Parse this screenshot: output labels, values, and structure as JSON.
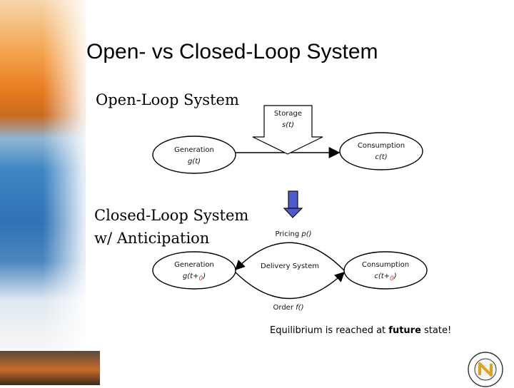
{
  "title": "Open- vs Closed-Loop System",
  "open_loop": {
    "heading": "Open-Loop System",
    "storage": {
      "label": "Storage",
      "var": "s(t)"
    },
    "generation": {
      "label": "Generation",
      "var": "g(t)"
    },
    "consumption": {
      "label": "Consumption",
      "var": "c(t)"
    }
  },
  "closed_loop": {
    "heading_line1": "Closed-Loop System",
    "heading_line2": "w/ Anticipation",
    "generation": {
      "label": "Generation",
      "var": "g(t+",
      "sub": "0",
      "close": ")"
    },
    "consumption": {
      "label": "Consumption",
      "var": "c(t+",
      "sub": "0",
      "close": ")"
    },
    "delivery": "Delivery System",
    "pricing": {
      "label": "Pricing",
      "var": "p()"
    },
    "order": {
      "label": "Order",
      "var": "f()"
    }
  },
  "conclusion": {
    "prefix": "Equilibrium is reached at ",
    "bold": "future",
    "suffix": " state!"
  },
  "colors": {
    "accent_sub": "#d03a2a",
    "arrow_fill": "#4d5ad0"
  }
}
